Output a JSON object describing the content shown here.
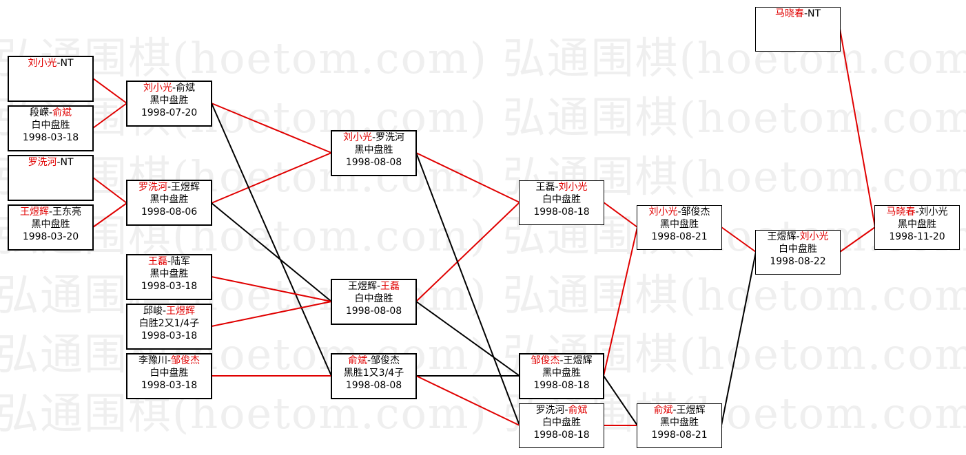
{
  "watermark": "弘通围棋(hoetom.com) 弘通围棋(hoetom.com) 弘通",
  "colors": {
    "winner": "#e00000",
    "edge_red": "#e00000",
    "edge_black": "#000000",
    "box_border": "#000000"
  },
  "games": [
    {
      "id": "g1",
      "p1": "刘小光",
      "sep": "-",
      "p2": "NT",
      "winner": 1,
      "result": "",
      "date": ""
    },
    {
      "id": "g2",
      "p1": "段嵘",
      "sep": "-",
      "p2": "俞斌",
      "winner": 2,
      "result": "白中盘胜",
      "date": "1998-03-18"
    },
    {
      "id": "g3",
      "p1": "罗洗河",
      "sep": "-",
      "p2": "NT",
      "winner": 1,
      "result": "",
      "date": ""
    },
    {
      "id": "g4",
      "p1": "王煜辉",
      "sep": "-",
      "p2": "王东亮",
      "winner": 1,
      "result": "黑中盘胜",
      "date": "1998-03-20"
    },
    {
      "id": "g5",
      "p1": "刘小光",
      "sep": "-",
      "p2": "俞斌",
      "winner": 1,
      "result": "黑中盘胜",
      "date": "1998-07-20"
    },
    {
      "id": "g6",
      "p1": "罗洗河",
      "sep": "-",
      "p2": "王煜辉",
      "winner": 1,
      "result": "黑中盘胜",
      "date": "1998-08-06"
    },
    {
      "id": "g7",
      "p1": "王磊",
      "sep": "-",
      "p2": "陆军",
      "winner": 1,
      "result": "黑中盘胜",
      "date": "1998-03-18"
    },
    {
      "id": "g8",
      "p1": "邱峻",
      "sep": "-",
      "p2": "王煜辉",
      "winner": 2,
      "result": "白胜2又1/4子",
      "date": "1998-03-18"
    },
    {
      "id": "g9",
      "p1": "李豫川",
      "sep": "-",
      "p2": "邹俊杰",
      "winner": 2,
      "result": "白中盘胜",
      "date": "1998-03-18"
    },
    {
      "id": "g10",
      "p1": "刘小光",
      "sep": "-",
      "p2": "罗洗河",
      "winner": 1,
      "result": "黑中盘胜",
      "date": "1998-08-08"
    },
    {
      "id": "g11",
      "p1": "王煜辉",
      "sep": "-",
      "p2": "王磊",
      "winner": 2,
      "result": "白中盘胜",
      "date": "1998-08-08"
    },
    {
      "id": "g12",
      "p1": "俞斌",
      "sep": "-",
      "p2": "邹俊杰",
      "winner": 1,
      "result": "黑胜1又3/4子",
      "date": "1998-08-08"
    },
    {
      "id": "g13",
      "p1": "王磊",
      "sep": "-",
      "p2": "刘小光",
      "winner": 2,
      "result": "白中盘胜",
      "date": "1998-08-18"
    },
    {
      "id": "g14",
      "p1": "邹俊杰",
      "sep": "-",
      "p2": "王煜辉",
      "winner": 1,
      "result": "黑中盘胜",
      "date": "1998-08-18"
    },
    {
      "id": "g15",
      "p1": "罗洗河",
      "sep": "-",
      "p2": "俞斌",
      "winner": 2,
      "result": "白中盘胜",
      "date": "1998-08-18"
    },
    {
      "id": "g16",
      "p1": "刘小光",
      "sep": "-",
      "p2": "邹俊杰",
      "winner": 1,
      "result": "黑中盘胜",
      "date": "1998-08-21"
    },
    {
      "id": "g17",
      "p1": "俞斌",
      "sep": "-",
      "p2": "王煜辉",
      "winner": 1,
      "result": "黑中盘胜",
      "date": "1998-08-21"
    },
    {
      "id": "g18",
      "p1": "王煜辉",
      "sep": "-",
      "p2": "刘小光",
      "winner": 2,
      "result": "白中盘胜",
      "date": "1998-08-22"
    },
    {
      "id": "g19",
      "p1": "马晓春",
      "sep": "-",
      "p2": "NT",
      "winner": 1,
      "result": "",
      "date": ""
    },
    {
      "id": "g20",
      "p1": "马晓春",
      "sep": "-",
      "p2": "刘小光",
      "winner": 1,
      "result": "黑中盘胜",
      "date": "1998-11-20"
    }
  ]
}
